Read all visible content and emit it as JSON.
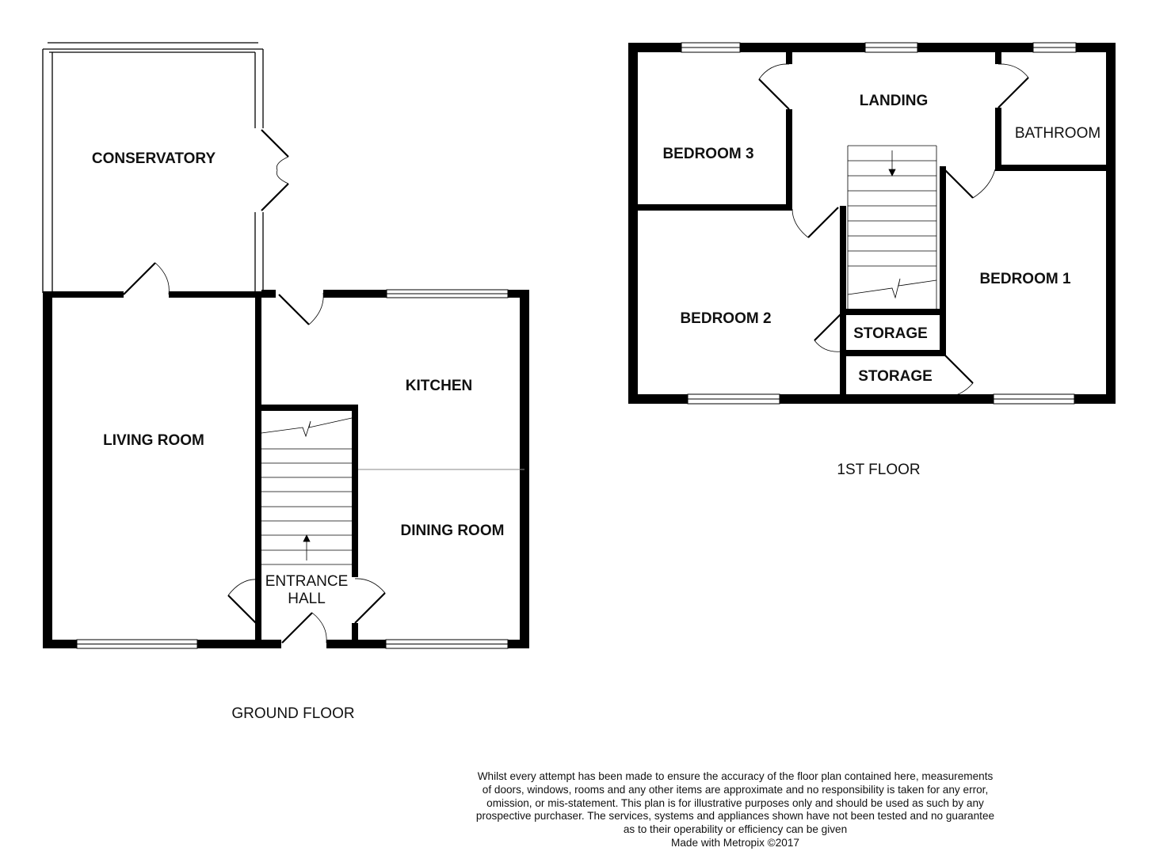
{
  "ground_floor": {
    "label": "GROUND FLOOR",
    "rooms": {
      "conservatory": "CONSERVATORY",
      "living_room": "LIVING ROOM",
      "kitchen": "KITCHEN",
      "dining_room": "DINING ROOM",
      "entrance_line1": "ENTRANCE",
      "entrance_line2": "HALL"
    }
  },
  "first_floor": {
    "label": "1ST FLOOR",
    "rooms": {
      "landing": "LANDING",
      "bathroom": "BATHROOM",
      "bedroom3": "BEDROOM 3",
      "bedroom2": "BEDROOM 2",
      "bedroom1": "BEDROOM 1",
      "storage_upper": "STORAGE",
      "storage_lower": "STORAGE"
    }
  },
  "disclaimer": {
    "lines": [
      "Whilst every attempt has been made to ensure the accuracy of the floor plan contained here, measurements",
      "of doors, windows, rooms and any other items are approximate and no responsibility is taken for any error,",
      "omission, or mis-statement. This plan is for illustrative purposes only and should be used as such by any",
      "prospective purchaser. The services, systems and appliances shown have not been tested and no guarantee",
      "as to their operability or efficiency can be given"
    ],
    "credit": "Made with Metropix ©2017"
  },
  "colors": {
    "wall": "#000000",
    "background": "#ffffff",
    "line": "#555555"
  }
}
